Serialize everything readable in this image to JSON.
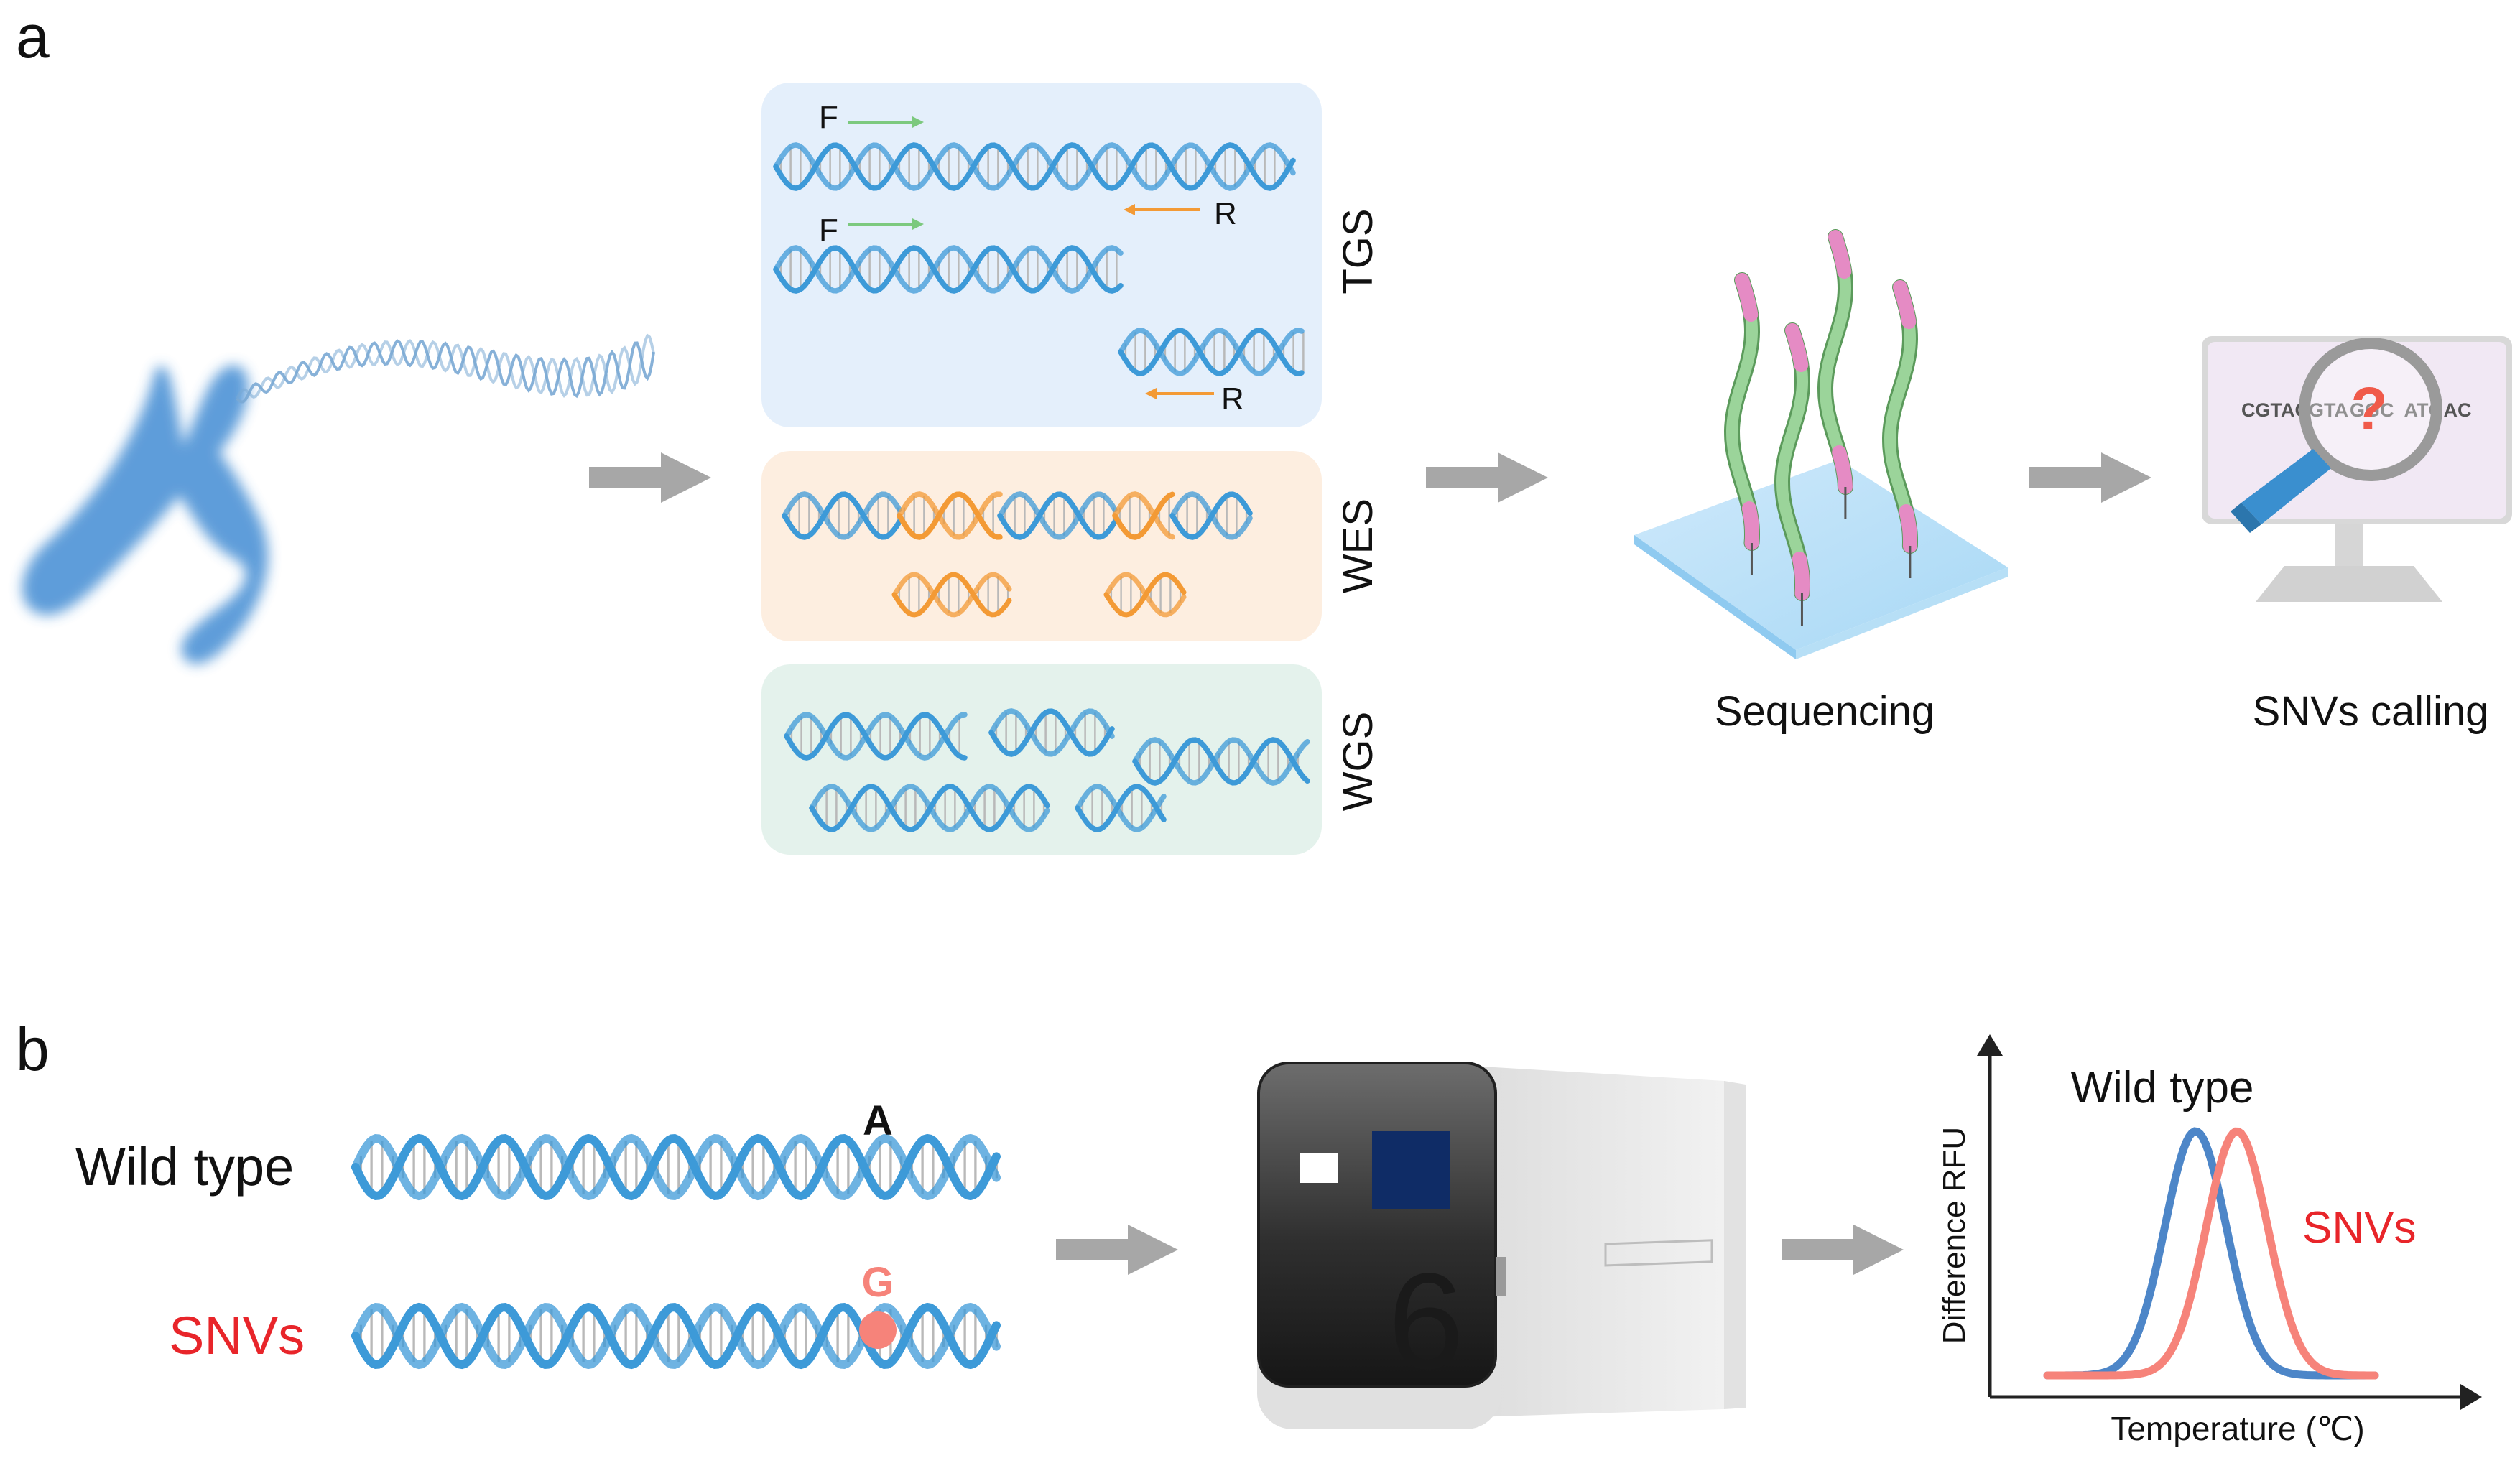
{
  "panel_a": {
    "label": "a",
    "box_tgs": {
      "label": "TGS",
      "primer_f": "F",
      "primer_r": "R"
    },
    "box_wes": {
      "label": "WES"
    },
    "box_wgs": {
      "label": "WGS"
    },
    "sequencing_label": "Sequencing",
    "snv_calling_label": "SNVs calling",
    "monitor_sequence_parts": [
      "CGTA",
      "CGTA",
      "GGC",
      "ATGAC"
    ],
    "monitor_symbol": "?"
  },
  "panel_b": {
    "label": "b",
    "wild_type_label": "Wild type",
    "snvs_label": "SNVs",
    "base_wild": "A",
    "base_snv": "G",
    "instrument_digit": "6",
    "chart_data": {
      "type": "line",
      "xlabel": "Temperature (℃)",
      "ylabel": "Difference RFU",
      "series": [
        {
          "name": "Wild type",
          "peak_x": 0.38,
          "width": 0.16
        },
        {
          "name": "SNVs",
          "peak_x": 0.5,
          "width": 0.16
        }
      ],
      "grid": false
    }
  },
  "colors": {
    "dna_blue": "#3d9ad8",
    "dna_orange": "#f39a35",
    "arrow_gray": "#a7a7a7",
    "tgs_bg": "#e4effb",
    "wes_bg": "#fdeee0",
    "wgs_bg": "#e4f2ec",
    "snv_red": "#e8252a",
    "wild_curve": "#4d86c8",
    "snv_curve": "#f6837a",
    "primer_f": "#7cc97e",
    "primer_r": "#f39a35"
  }
}
